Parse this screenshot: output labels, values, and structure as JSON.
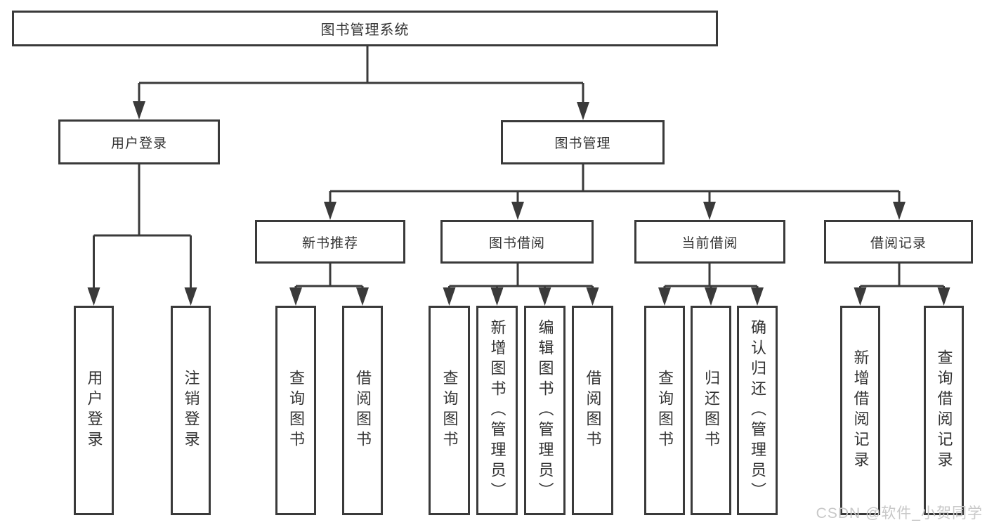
{
  "nodes": {
    "root": "图书管理系统",
    "user_login": "用户登录",
    "book_mgmt": "图书管理",
    "new_book": "新书推荐",
    "borrow": "图书借阅",
    "current": "当前借阅",
    "records": "借阅记录",
    "leaf_a1": "用户登录",
    "leaf_a2": "注销登录",
    "leaf_b1": "查询图书",
    "leaf_b2": "借阅图书",
    "leaf_c1": "查询图书",
    "leaf_c2": "新增图书（管理员）",
    "leaf_c3": "编辑图书（管理员）",
    "leaf_c4": "借阅图书",
    "leaf_d1": "查询图书",
    "leaf_d2": "归还图书",
    "leaf_d3": "确认归还（管理员）",
    "leaf_e1": "新增借阅记录",
    "leaf_e2": "查询借阅记录"
  },
  "hierarchy": {
    "图书管理系统": {
      "用户登录": [
        "用户登录",
        "注销登录"
      ],
      "图书管理": {
        "新书推荐": [
          "查询图书",
          "借阅图书"
        ],
        "图书借阅": [
          "查询图书",
          "新增图书（管理员）",
          "编辑图书（管理员）",
          "借阅图书"
        ],
        "当前借阅": [
          "查询图书",
          "归还图书",
          "确认归还（管理员）"
        ],
        "借阅记录": [
          "新增借阅记录",
          "查询借阅记录"
        ]
      }
    }
  },
  "watermark": "CSDN @软件_小贺同学",
  "colors": {
    "line": "#3a3a3a",
    "text": "#333333",
    "watermark": "#c8c8c8",
    "background": "#ffffff"
  }
}
